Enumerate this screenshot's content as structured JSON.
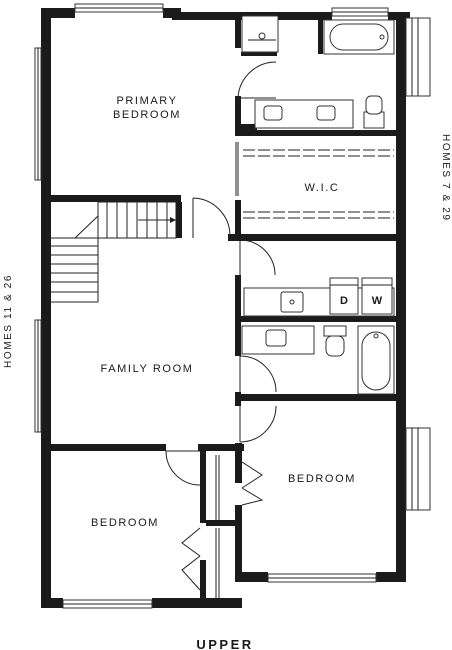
{
  "plan": {
    "level_title": "UPPER",
    "side_left": "HOMES 11 & 26",
    "side_right": "HOMES 7 & 29",
    "rooms": {
      "primary_bedroom_line1": "PRIMARY",
      "primary_bedroom_line2": "BEDROOM",
      "wic": "W.I.C",
      "family_room": "FAMILY ROOM",
      "bedroom_left": "BEDROOM",
      "bedroom_right": "BEDROOM"
    },
    "appliances": {
      "dryer": "D",
      "washer": "W"
    }
  }
}
